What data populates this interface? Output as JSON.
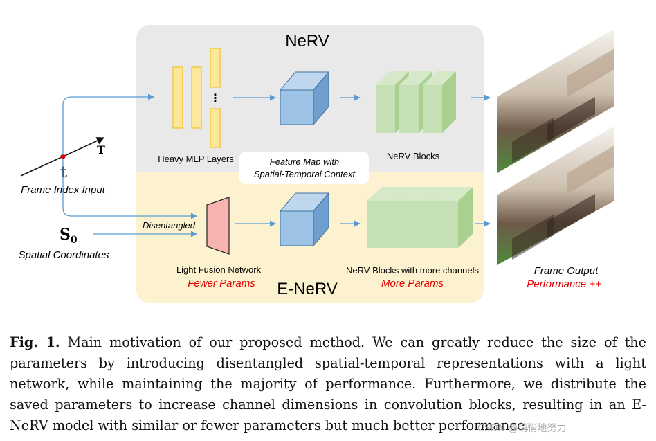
{
  "figure": {
    "nerv_title": "NeRV",
    "enerv_title": "E-NeRV",
    "mlp_label": "Heavy MLP Layers",
    "mlp_dots": "⋮",
    "feature_map_label_1": "Feature Map with",
    "feature_map_label_2": "Spatial-Temporal Context",
    "nerv_blocks_label": "NeRV Blocks",
    "time_symbol": "t",
    "time_axis_symbol": "T",
    "frame_index_label": "Frame Index Input",
    "spatial_symbol": "S",
    "spatial_subscript": "0",
    "spatial_label": "Spatial Coordinates",
    "disentangled_label": "Disentangled",
    "light_fusion_label": "Light Fusion Network",
    "fewer_params_label": "Fewer Params",
    "enerv_blocks_label": "NeRV Blocks with more channels",
    "more_params_label": "More Params",
    "frame_output_label": "Frame Output",
    "performance_label": "Performance ++",
    "colors": {
      "nerv_bg": "#e9e9e9",
      "enerv_bg": "#fdf2cf",
      "mlp_fill": "#fde79a",
      "cube_front": "#9dc3e6",
      "block_front": "#c5e0b4",
      "fusion_fill": "#f8b4b0",
      "red_text": "#e00000",
      "arrow": "#5b9bd5"
    }
  },
  "caption": {
    "label": "Fig. 1.",
    "text": " Main motivation of our proposed method. We can greatly reduce the size of the parameters by introducing disentangled spatial-temporal representations with a light network, while maintaining the majority of performance. Furthermore, we distribute the saved parameters to increase channel dimensions in convolution blocks, resulting in an E-NeRV model with similar or fewer parameters but much better performance."
  },
  "watermark": "CSDN @悄悄地努力"
}
